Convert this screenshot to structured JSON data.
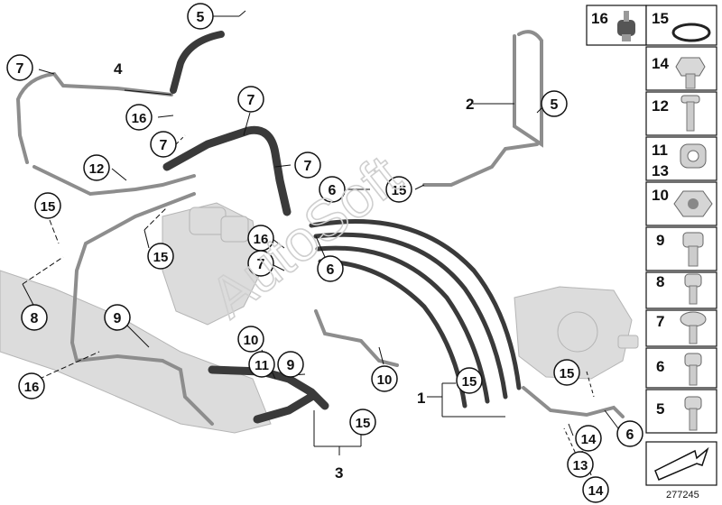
{
  "diagram": {
    "watermark": "AutoSoft",
    "diagram_id": "277245",
    "colors": {
      "hose": "#3a3a3a",
      "pipe": "#9a9a9a",
      "component": "#cfcfcf",
      "line": "#111111"
    }
  },
  "callouts": [
    {
      "id": "c5a",
      "text": "5"
    },
    {
      "id": "c7a",
      "text": "7"
    },
    {
      "id": "c16a",
      "text": "16"
    },
    {
      "id": "c7b",
      "text": "7"
    },
    {
      "id": "c7c",
      "text": "7"
    },
    {
      "id": "c12a",
      "text": "12"
    },
    {
      "id": "c7d",
      "text": "7"
    },
    {
      "id": "c15a",
      "text": "15"
    },
    {
      "id": "c15b",
      "text": "15"
    },
    {
      "id": "c6a",
      "text": "6"
    },
    {
      "id": "c15c",
      "text": "15"
    },
    {
      "id": "c5b",
      "text": "5"
    },
    {
      "id": "c16b",
      "text": "16"
    },
    {
      "id": "c7e",
      "text": "7"
    },
    {
      "id": "c6b",
      "text": "6"
    },
    {
      "id": "c8",
      "text": "8"
    },
    {
      "id": "c9a",
      "text": "9"
    },
    {
      "id": "c10a",
      "text": "10"
    },
    {
      "id": "c11",
      "text": "11"
    },
    {
      "id": "c9b",
      "text": "9"
    },
    {
      "id": "c16c",
      "text": "16"
    },
    {
      "id": "c10b",
      "text": "10"
    },
    {
      "id": "c15d",
      "text": "15"
    },
    {
      "id": "c15e",
      "text": "15"
    },
    {
      "id": "c15f",
      "text": "15"
    },
    {
      "id": "c6c",
      "text": "6"
    },
    {
      "id": "c14a",
      "text": "14"
    },
    {
      "id": "c13",
      "text": "13"
    },
    {
      "id": "c14b",
      "text": "14"
    }
  ],
  "labels": [
    {
      "id": "l4",
      "text": "4"
    },
    {
      "id": "l2",
      "text": "2"
    },
    {
      "id": "l1",
      "text": "1"
    },
    {
      "id": "l3",
      "text": "3"
    }
  ],
  "legend": [
    {
      "id": "p16",
      "number": "16"
    },
    {
      "id": "p15",
      "number": "15"
    },
    {
      "id": "p14",
      "number": "14"
    },
    {
      "id": "p12",
      "number": "12"
    },
    {
      "id": "p11",
      "number": "11"
    },
    {
      "id": "p13",
      "number": "13"
    },
    {
      "id": "p10",
      "number": "10"
    },
    {
      "id": "p9",
      "number": "9"
    },
    {
      "id": "p8",
      "number": "8"
    },
    {
      "id": "p7",
      "number": "7"
    },
    {
      "id": "p6",
      "number": "6"
    },
    {
      "id": "p5",
      "number": "5"
    }
  ]
}
